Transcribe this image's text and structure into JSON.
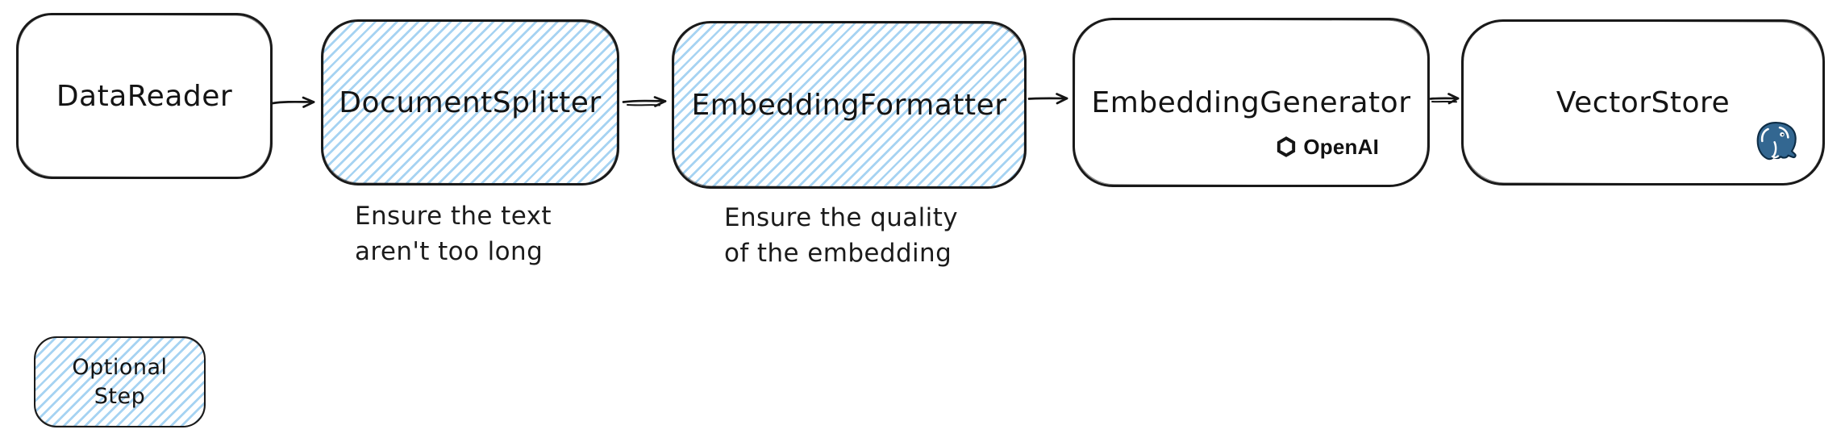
{
  "diagram": {
    "type": "pipeline-flowchart",
    "style": "hand-drawn (excalidraw-like)",
    "nodes": [
      {
        "label": "DataReader",
        "optional": false
      },
      {
        "label": "DocumentSplitter",
        "optional": true,
        "note": "Ensure the text\naren't too long"
      },
      {
        "label": "EmbeddingFormatter",
        "optional": true,
        "note": "Ensure the quality\nof the embedding"
      },
      {
        "label": "EmbeddingGenerator",
        "optional": false,
        "provider_label": "OpenAI",
        "provider_icon": "openai-logo"
      },
      {
        "label": "VectorStore",
        "optional": false,
        "provider_icon": "postgresql-elephant-logo"
      }
    ],
    "arrows": [
      {
        "from": "DataReader",
        "to": "DocumentSplitter"
      },
      {
        "from": "DocumentSplitter",
        "to": "EmbeddingFormatter"
      },
      {
        "from": "EmbeddingFormatter",
        "to": "EmbeddingGenerator"
      },
      {
        "from": "EmbeddingGenerator",
        "to": "VectorStore"
      }
    ],
    "legend": {
      "label": "Optional\nStep",
      "fill": "blue-hachure"
    },
    "colors": {
      "stroke": "#1a1a1a",
      "hatch_blue": "#a6d3f2",
      "postgres_blue": "#336791",
      "background": "#ffffff"
    }
  }
}
